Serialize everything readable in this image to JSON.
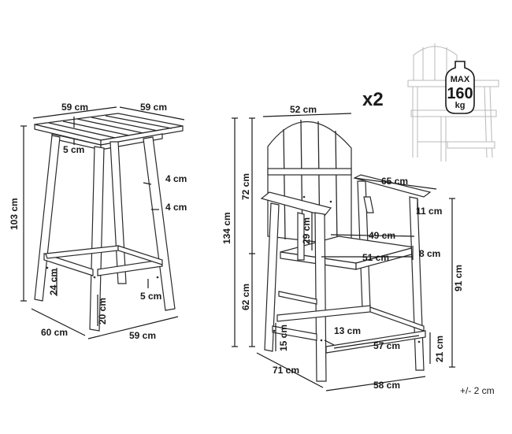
{
  "quantity_label": "x2",
  "badge": {
    "line1": "MAX",
    "line2": "160",
    "line3": "kg"
  },
  "tolerance": "+/- 2 cm",
  "table": {
    "top_width": "59 cm",
    "top_depth": "59 cm",
    "top_thickness": "5 cm",
    "height": "103 cm",
    "leg_width_a": "4 cm",
    "leg_width_b": "4 cm",
    "stretcher_height": "24 cm",
    "stretcher_thickness": "5 cm",
    "stretcher_floor": "20 cm",
    "base_depth": "60 cm",
    "base_width": "59 cm"
  },
  "chair": {
    "back_width": "52 cm",
    "total_height": "134 cm",
    "back_height": "72 cm",
    "seat_height": "62 cm",
    "armrest_length": "65 cm",
    "armrest_width": "11 cm",
    "arm_height": "29 cm",
    "seat_width_inner": "49 cm",
    "seat_width": "51 cm",
    "seat_rail": "8 cm",
    "arm_floor_height": "91 cm",
    "footrest_depth": "13 cm",
    "footrest_width": "57 cm",
    "footrest_height": "21 cm",
    "foot_height": "15 cm",
    "base_depth": "71 cm",
    "base_width": "58 cm"
  }
}
